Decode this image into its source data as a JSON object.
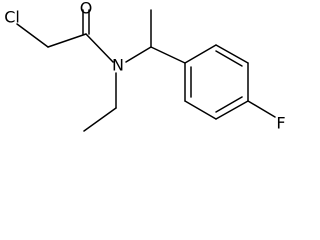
{
  "molecule": {
    "atoms": {
      "chlorine": "Cl",
      "oxygen": "O",
      "nitrogen": "N",
      "fluorine": "F"
    },
    "colors": {
      "bond": "#000000",
      "label": "#000000",
      "background": "#ffffff"
    }
  }
}
